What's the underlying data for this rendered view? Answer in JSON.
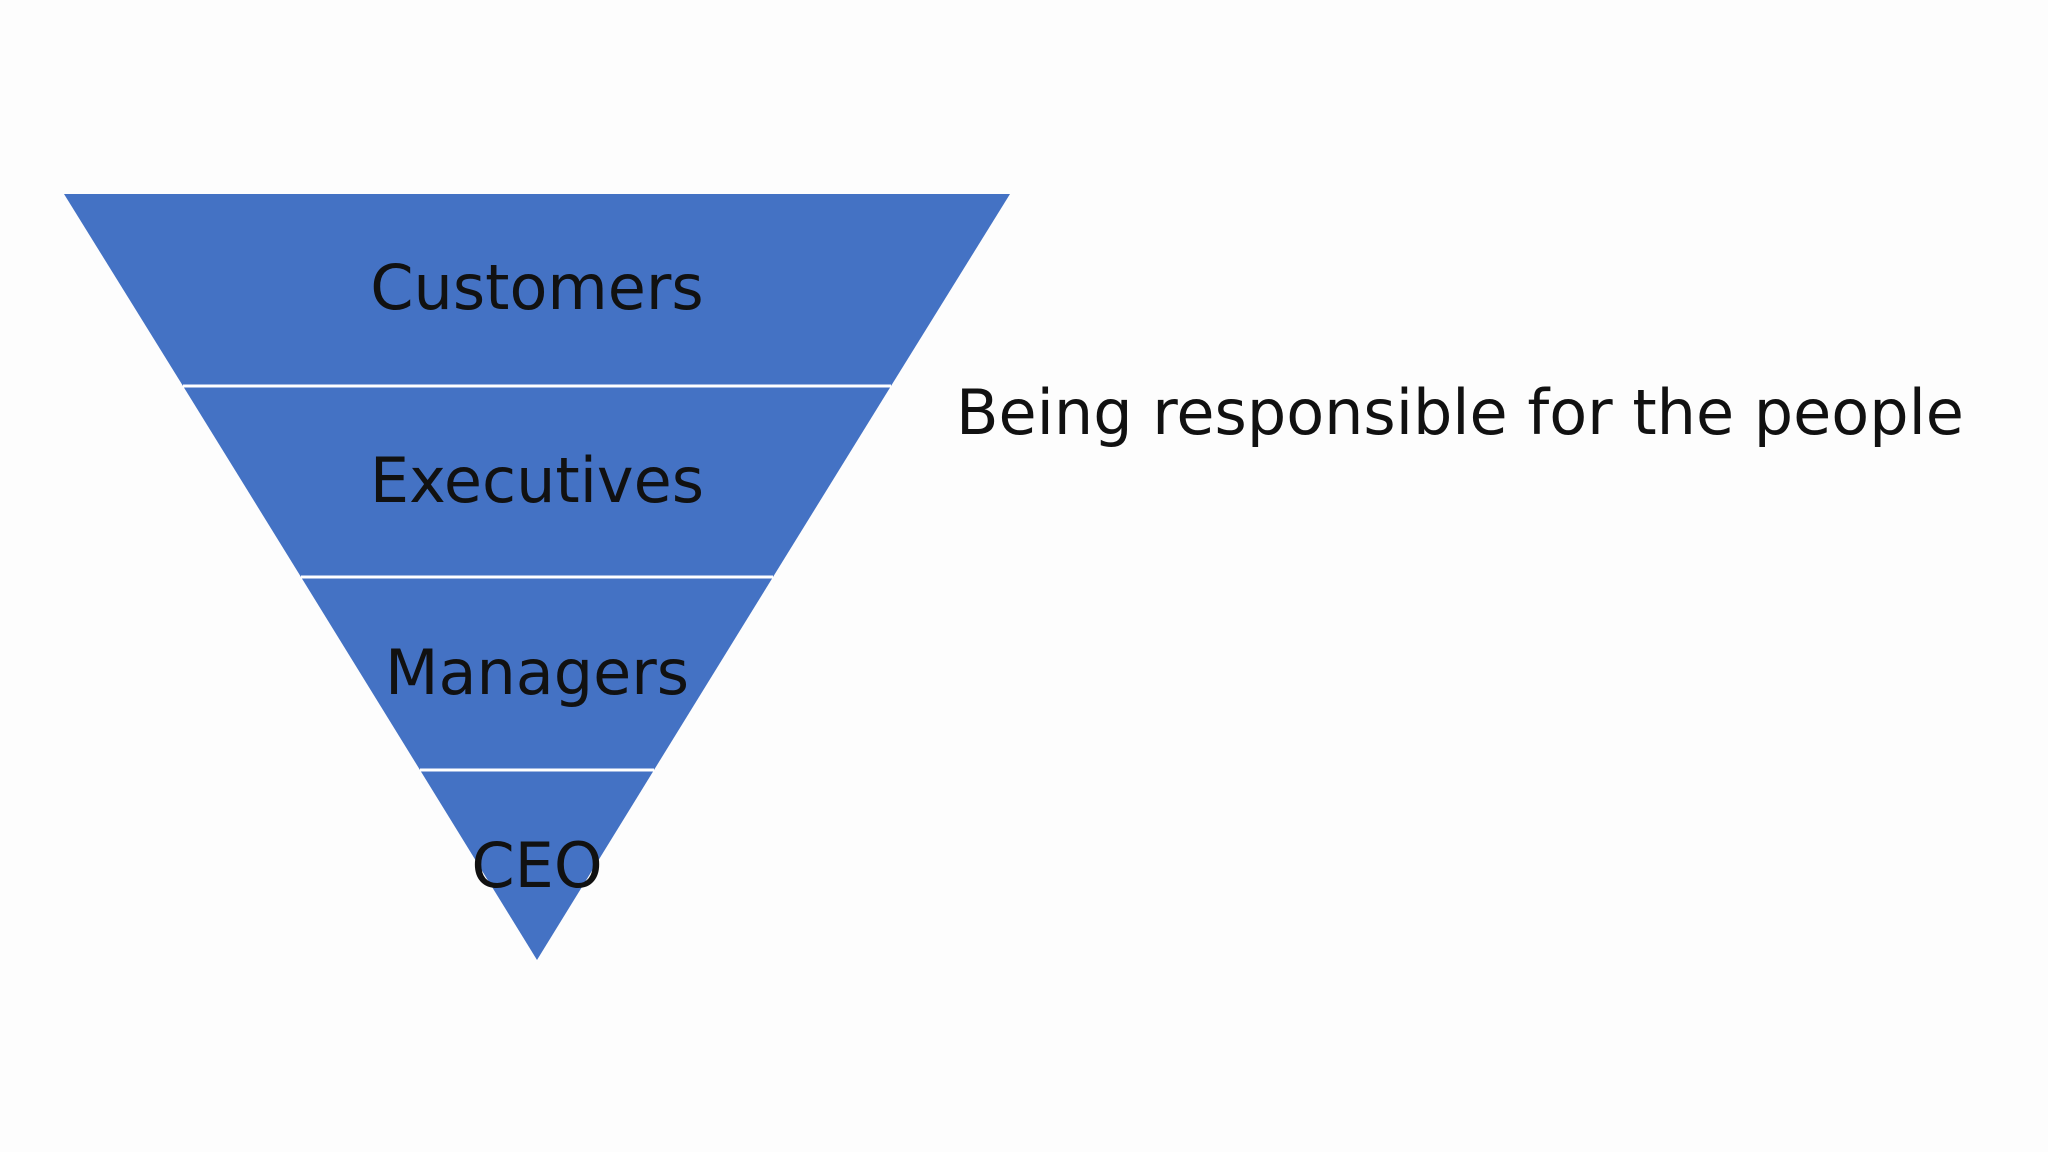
{
  "pyramid": {
    "fill_color": "#4472c4",
    "divider_color": "#ffffff",
    "tiers": [
      {
        "label": "Customers"
      },
      {
        "label": "Executives"
      },
      {
        "label": "Managers"
      },
      {
        "label": "CEO"
      }
    ]
  },
  "caption": "Being responsible for the people"
}
